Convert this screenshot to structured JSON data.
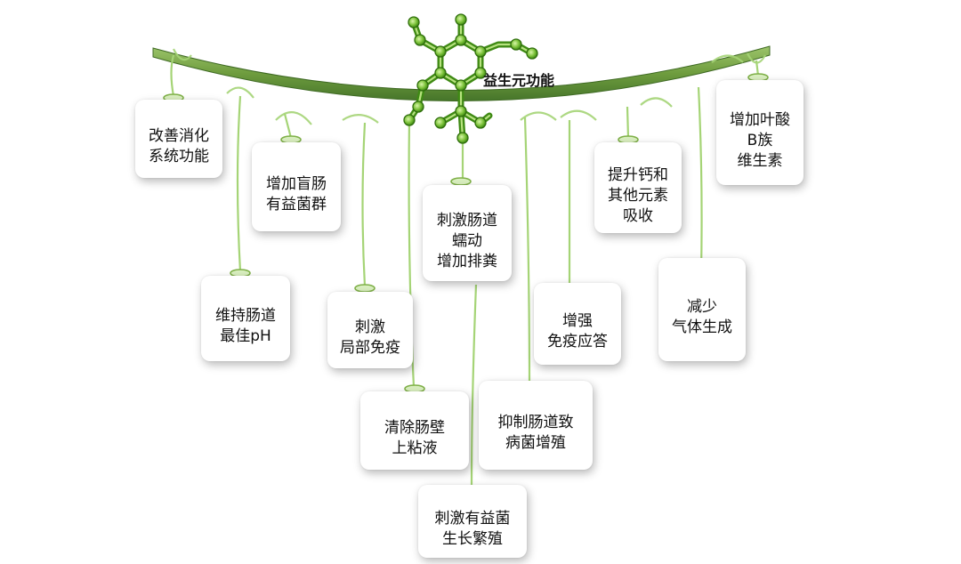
{
  "center": {
    "title": "益生元功能"
  },
  "cards": [
    {
      "lines": [
        "改善消化",
        "系统功能"
      ]
    },
    {
      "lines": [
        "增加盲肠",
        "有益菌群"
      ]
    },
    {
      "lines": [
        "刺激肠道",
        "蠕动",
        "增加排粪"
      ]
    },
    {
      "lines": [
        "提升钙和",
        "其他元素",
        "吸收"
      ]
    },
    {
      "lines": [
        "增加叶酸",
        "B族",
        "维生素"
      ]
    },
    {
      "lines": [
        "维持肠道",
        "最佳pH"
      ]
    },
    {
      "lines": [
        "刺激",
        "局部免疫"
      ]
    },
    {
      "lines": [
        "增强",
        "免疫应答"
      ]
    },
    {
      "lines": [
        "减少",
        "气体生成"
      ]
    },
    {
      "lines": [
        "清除肠壁",
        "上粘液"
      ]
    },
    {
      "lines": [
        "抑制肠道致",
        "病菌增殖"
      ]
    },
    {
      "lines": [
        "刺激有益菌",
        "生长繁殖"
      ]
    }
  ],
  "colors": {
    "vine": "#6fa042",
    "vine_dark": "#4e7f2a",
    "string": "#9fcf6b",
    "node": "#5aa020"
  }
}
